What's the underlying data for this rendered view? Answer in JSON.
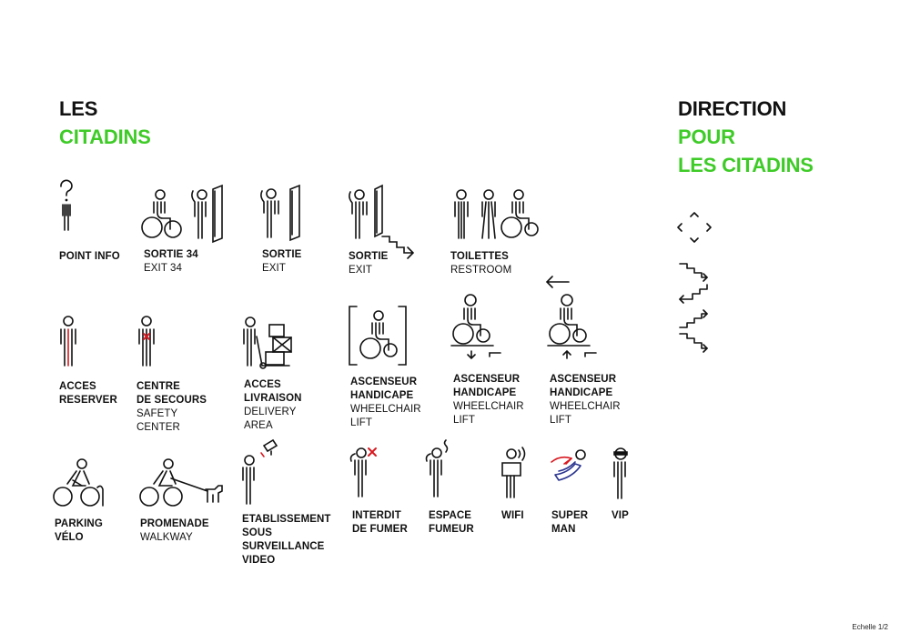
{
  "left_title": {
    "line1": "LES",
    "line2": "CITADINS"
  },
  "right_title": {
    "line1": "DIRECTION",
    "line2": "POUR",
    "line3": "LES CITADINS"
  },
  "colors": {
    "accent_green": "#3ecb27",
    "text": "#111111",
    "red": "#d71920",
    "blue": "#2b3590"
  },
  "pictograms": [
    {
      "icon": "info-person-icon",
      "bold": [
        "POINT INFO"
      ],
      "normal": []
    },
    {
      "icon": "exit-34-icon",
      "bold": [
        "SORTIE 34"
      ],
      "normal": [
        "EXIT 34"
      ]
    },
    {
      "icon": "exit-door-icon",
      "bold": [
        "SORTIE"
      ],
      "normal": [
        "EXIT"
      ]
    },
    {
      "icon": "exit-stairs-icon",
      "bold": [
        "SORTIE"
      ],
      "normal": [
        "EXIT"
      ]
    },
    {
      "icon": "restroom-icon",
      "bold": [
        "TOILETTES"
      ],
      "normal": [
        "RESTROOM"
      ]
    },
    {
      "icon": "reserved-access-icon",
      "bold": [
        "ACCES",
        "RESERVER"
      ],
      "normal": []
    },
    {
      "icon": "first-aid-icon",
      "bold": [
        "CENTRE",
        "DE SECOURS"
      ],
      "normal": [
        "SAFETY",
        "CENTER"
      ]
    },
    {
      "icon": "delivery-icon",
      "bold": [
        "ACCES",
        "LIVRAISON"
      ],
      "normal": [
        "DELIVERY",
        "AREA"
      ]
    },
    {
      "icon": "wheelchair-lift-icon",
      "bold": [
        "ASCENSEUR",
        "HANDICAPE"
      ],
      "normal": [
        "WHEELCHAIR",
        "LIFT"
      ]
    },
    {
      "icon": "wheelchair-lift-down-icon",
      "bold": [
        "ASCENSEUR",
        "HANDICAPE"
      ],
      "normal": [
        "WHEELCHAIR",
        "LIFT"
      ]
    },
    {
      "icon": "wheelchair-lift-up-icon",
      "bold": [
        "ASCENSEUR",
        "HANDICAPE"
      ],
      "normal": [
        "WHEELCHAIR",
        "LIFT"
      ]
    },
    {
      "icon": "bike-parking-icon",
      "bold": [
        "PARKING",
        "VÉLO"
      ],
      "normal": []
    },
    {
      "icon": "walkway-icon",
      "bold": [
        "PROMENADE"
      ],
      "normal": [
        "WALKWAY"
      ]
    },
    {
      "icon": "cctv-icon",
      "bold": [
        "ETABLISSEMENT",
        "SOUS",
        "SURVEILLANCE",
        "VIDEO"
      ],
      "normal": []
    },
    {
      "icon": "no-smoking-icon",
      "bold": [
        "INTERDIT",
        "DE FUMER"
      ],
      "normal": []
    },
    {
      "icon": "smoking-area-icon",
      "bold": [
        "ESPACE",
        "FUMEUR"
      ],
      "normal": []
    },
    {
      "icon": "wifi-icon",
      "bold": [
        "WIFI"
      ],
      "normal": []
    },
    {
      "icon": "superman-icon",
      "bold": [
        "SUPER",
        "MAN"
      ],
      "normal": []
    },
    {
      "icon": "vip-icon",
      "bold": [
        "VIP"
      ],
      "normal": []
    }
  ],
  "direction_icons": [
    "four-way-arrows-icon",
    "stairs-up-right-icon",
    "stairs-down-left-icon",
    "stairs-up-left-icon",
    "stairs-down-right-icon"
  ],
  "footer": {
    "scale": "Echelle 1/2"
  }
}
